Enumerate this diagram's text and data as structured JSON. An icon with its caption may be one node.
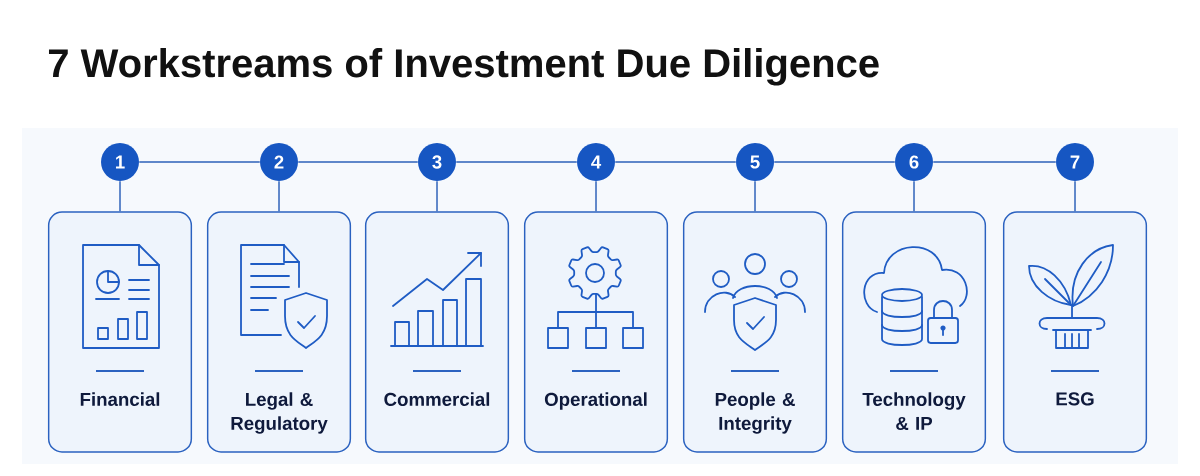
{
  "diagram": {
    "title": "7 Workstreams of Investment Due Diligence",
    "nodes": [
      {
        "text": [
          "1"
        ]
      },
      {
        "text": [
          "2"
        ]
      },
      {
        "text": [
          "3"
        ]
      },
      {
        "text": [
          "4"
        ]
      },
      {
        "text": [
          "5"
        ]
      },
      {
        "text": [
          "6"
        ]
      },
      {
        "text": [
          "7"
        ]
      },
      {
        "text": [
          "Financial"
        ]
      },
      {
        "text": [
          "Legal & Regulatory"
        ]
      },
      {
        "text": [
          "Commercial"
        ]
      },
      {
        "text": [
          "Operational"
        ]
      },
      {
        "text": [
          "People & Integrity"
        ]
      },
      {
        "text": [
          "Technology & IP"
        ]
      },
      {
        "text": [
          "ESG"
        ]
      }
    ],
    "edges": [
      {
        "from": 0,
        "to": 1,
        "arrow": "none"
      },
      {
        "from": 1,
        "to": 2,
        "arrow": "none"
      },
      {
        "from": 2,
        "to": 3,
        "arrow": "none"
      },
      {
        "from": 3,
        "to": 4,
        "arrow": "none"
      },
      {
        "from": 4,
        "to": 5,
        "arrow": "none"
      },
      {
        "from": 5,
        "to": 6,
        "arrow": "none"
      },
      {
        "from": 0,
        "to": 7,
        "arrow": "none"
      },
      {
        "from": 1,
        "to": 8,
        "arrow": "none"
      },
      {
        "from": 2,
        "to": 9,
        "arrow": "none"
      },
      {
        "from": 3,
        "to": 10,
        "arrow": "none"
      },
      {
        "from": 4,
        "to": 11,
        "arrow": "none"
      },
      {
        "from": 5,
        "to": 12,
        "arrow": "none"
      },
      {
        "from": 6,
        "to": 13,
        "arrow": "none"
      }
    ]
  }
}
